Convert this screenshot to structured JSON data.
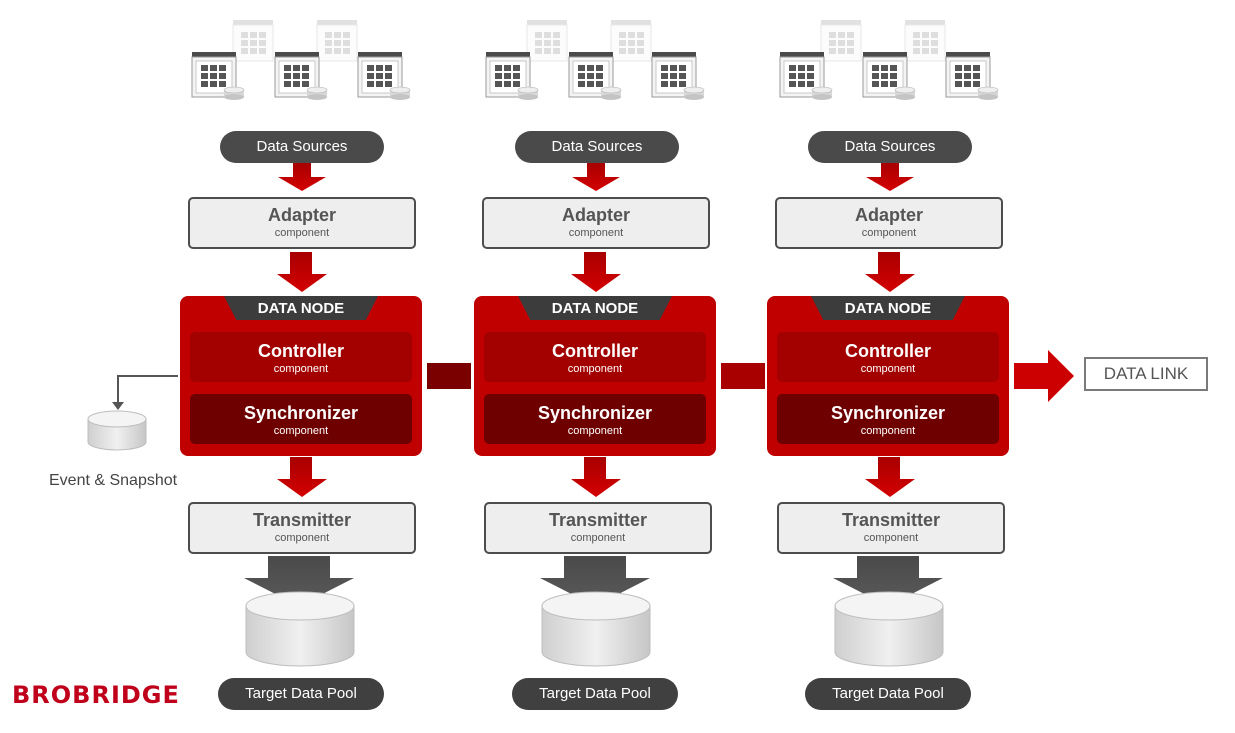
{
  "columns": [
    {
      "sources_label": "Data Sources",
      "adapter": {
        "title": "Adapter",
        "sub": "component"
      },
      "node": {
        "label": "DATA NODE",
        "controller": {
          "title": "Controller",
          "sub": "component"
        },
        "synchronizer": {
          "title": "Synchronizer",
          "sub": "component"
        }
      },
      "transmitter": {
        "title": "Transmitter",
        "sub": "component"
      },
      "pool_label": "Target Data Pool"
    },
    {
      "sources_label": "Data Sources",
      "adapter": {
        "title": "Adapter",
        "sub": "component"
      },
      "node": {
        "label": "DATA NODE",
        "controller": {
          "title": "Controller",
          "sub": "component"
        },
        "synchronizer": {
          "title": "Synchronizer",
          "sub": "component"
        }
      },
      "transmitter": {
        "title": "Transmitter",
        "sub": "component"
      },
      "pool_label": "Target Data Pool"
    },
    {
      "sources_label": "Data Sources",
      "adapter": {
        "title": "Adapter",
        "sub": "component"
      },
      "node": {
        "label": "DATA NODE",
        "controller": {
          "title": "Controller",
          "sub": "component"
        },
        "synchronizer": {
          "title": "Synchronizer",
          "sub": "component"
        }
      },
      "transmitter": {
        "title": "Transmitter",
        "sub": "component"
      },
      "pool_label": "Target Data Pool"
    }
  ],
  "data_link": "DATA LINK",
  "event_store_label": "Event & Snapshot",
  "logo_text": "BROBRIDGE",
  "colors": {
    "node_red": "#c00000",
    "arrow_red": "#c00000",
    "dark_gray": "#4a4a4a",
    "brand": "#c0001a"
  }
}
